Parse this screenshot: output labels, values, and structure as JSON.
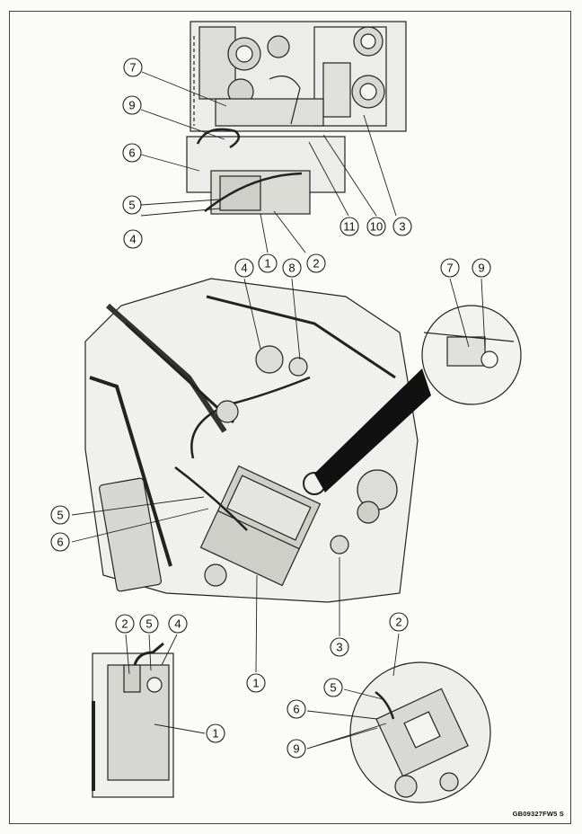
{
  "figure_code": "GB09327FW5  S",
  "callouts": {
    "top": [
      "7",
      "9",
      "6",
      "5",
      "4",
      "1",
      "2",
      "11",
      "10",
      "3"
    ],
    "middle": [
      "4",
      "8",
      "7",
      "9",
      "5",
      "6",
      "1",
      "3"
    ],
    "bottom_left": [
      "2",
      "5",
      "4",
      "1"
    ],
    "bottom_right": [
      "2",
      "5",
      "6",
      "9"
    ]
  },
  "colors": {
    "line": "#222222",
    "fill": "#e6e6e2",
    "dark": "#111111",
    "paper": "#fbfbf8"
  }
}
